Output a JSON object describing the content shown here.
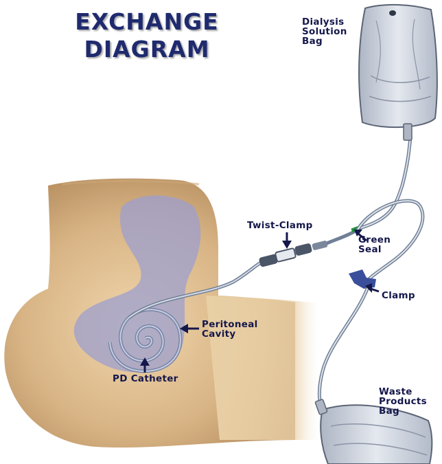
{
  "title": {
    "line1": "EXCHANGE",
    "line2": "DIAGRAM"
  },
  "labels": {
    "dialysis_bag": [
      "Dialysis",
      "Solution",
      "Bag"
    ],
    "twist_clamp": "Twist-Clamp",
    "green_seal": [
      "Green",
      "Seal"
    ],
    "clamp": "Clamp",
    "peritoneal_cavity": [
      "Peritoneal",
      "Cavity"
    ],
    "pd_catheter": "PD Catheter",
    "waste_bag": [
      "Waste",
      "Products",
      "Bag"
    ]
  },
  "colors": {
    "title": "#1f2a6e",
    "label": "#14174a",
    "skin": "#dcb98a",
    "cavity": "#9c9fcf",
    "tubing": "#6f7f96",
    "bag": "#c9d0dd",
    "green_seal": "#1f8f3a",
    "clamp": "#3a4f9b"
  }
}
